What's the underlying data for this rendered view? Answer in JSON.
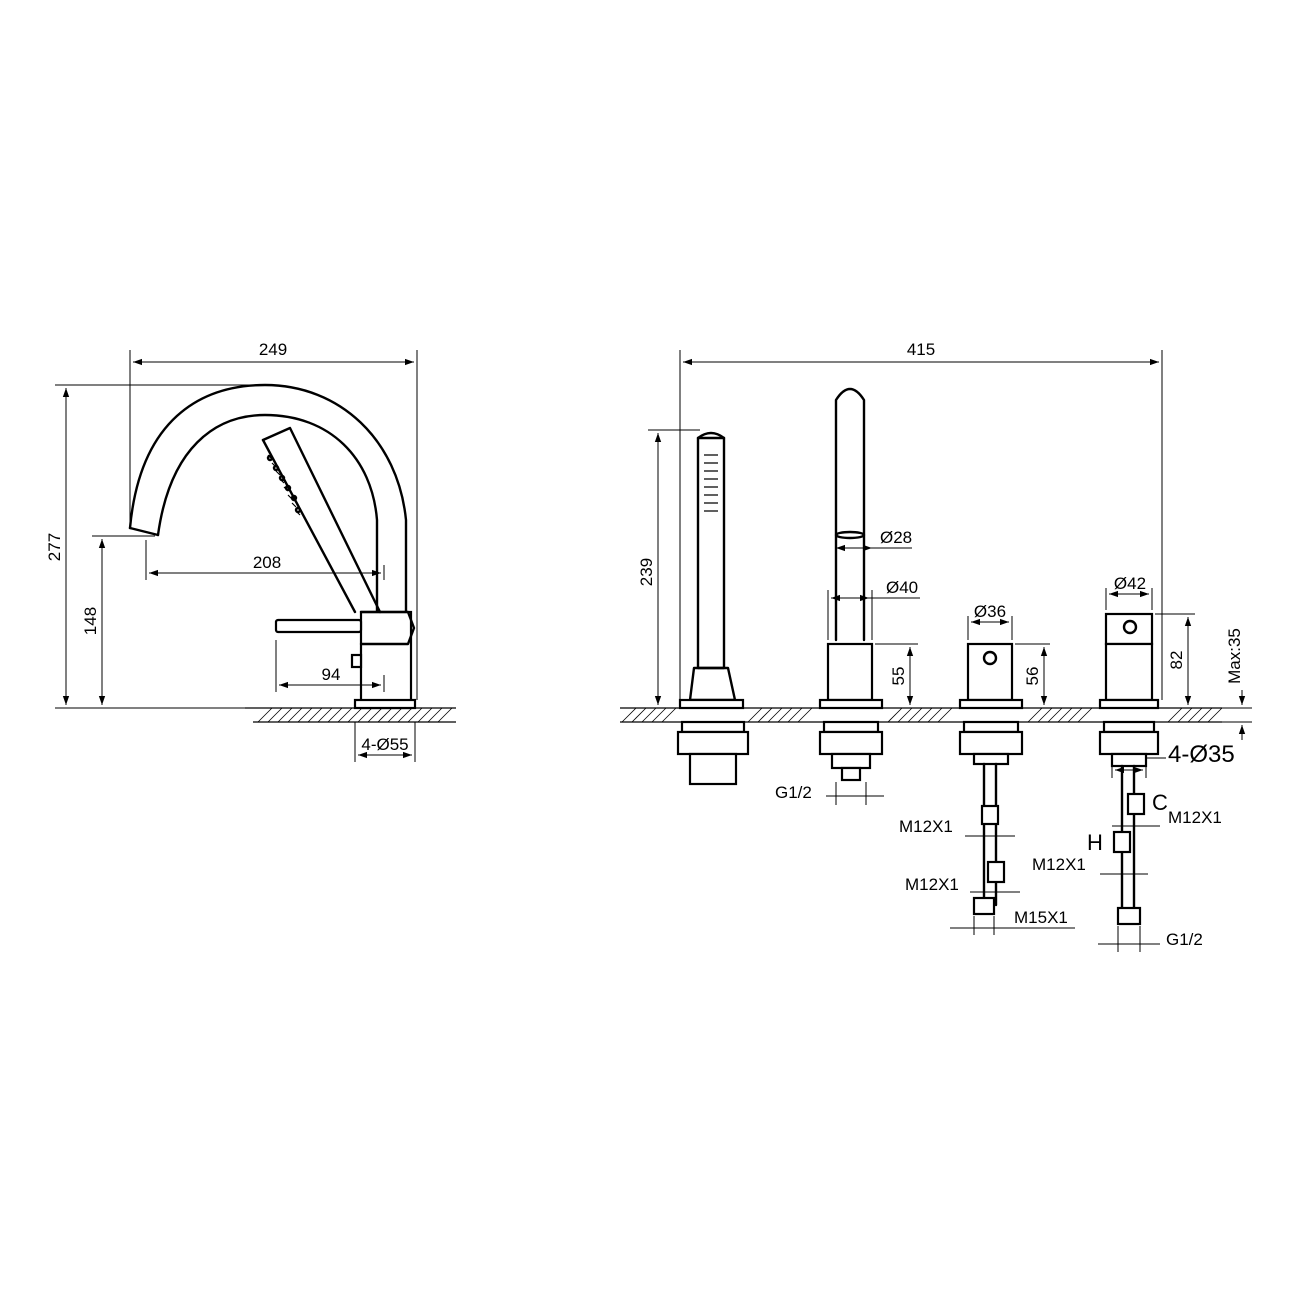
{
  "side_view": {
    "overall_width": "249",
    "overall_height": "277",
    "spout_reach": "208",
    "spout_height": "148",
    "lever_length": "94",
    "base_diameter": "4-Ø55"
  },
  "front_view": {
    "overall_width": "415",
    "handshower_height": "239",
    "spout_diameter": "Ø28",
    "spout_body_diameter": "Ø40",
    "spout_body_height": "55",
    "diverter_diameter": "Ø36",
    "diverter_height": "56",
    "mixer_diameter": "Ø42",
    "mixer_height": "82",
    "max_deck_thickness": "Max:35",
    "hole_diameter": "4-Ø35",
    "spout_inlet_thread": "G1/2",
    "diverter_thread_1": "M12X1",
    "diverter_thread_2": "M12X1",
    "diverter_outlet_thread": "M15X1",
    "mixer_cold_label": "C",
    "mixer_hot_label": "H",
    "mixer_thread_cold": "M12X1",
    "mixer_thread_hot": "M12X1",
    "mixer_inlet_thread": "G1/2"
  }
}
